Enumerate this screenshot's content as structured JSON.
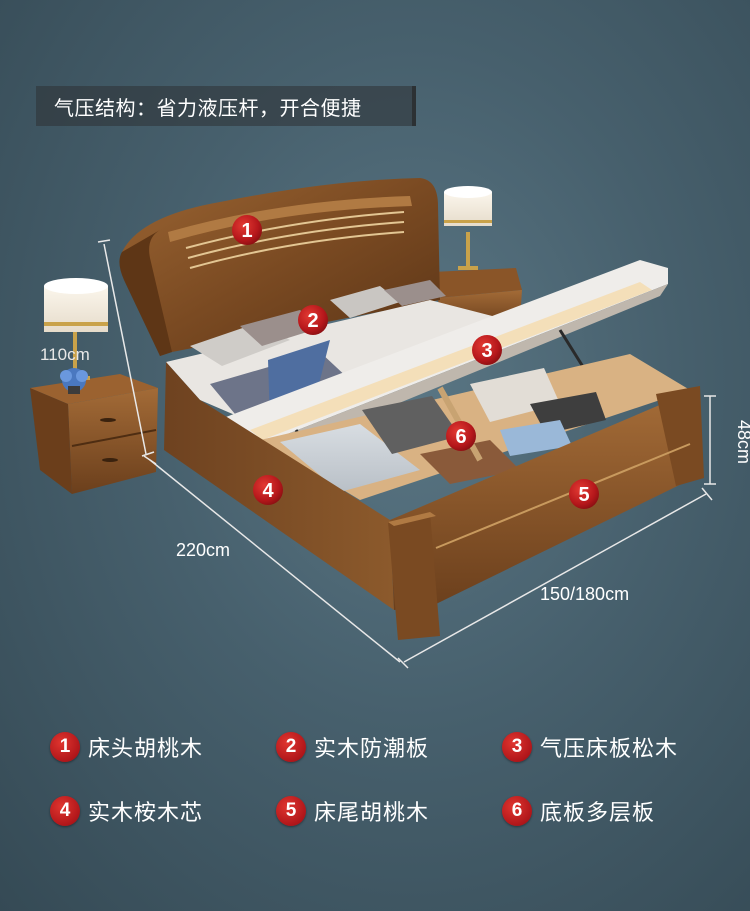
{
  "banner": {
    "text": "气压结构：省力液压杆，开合便捷"
  },
  "dimensions": {
    "nightstand_height": "110cm",
    "length": "220cm",
    "width": "150/180cm",
    "height": "48cm"
  },
  "markers": [
    "1",
    "2",
    "3",
    "4",
    "5",
    "6"
  ],
  "legend": [
    {
      "num": "1",
      "label": "床头胡桃木"
    },
    {
      "num": "2",
      "label": "实木防潮板"
    },
    {
      "num": "3",
      "label": "气压床板松木"
    },
    {
      "num": "4",
      "label": "实木桉木芯"
    },
    {
      "num": "5",
      "label": "床尾胡桃木"
    },
    {
      "num": "6",
      "label": "底板多层板"
    }
  ],
  "colors": {
    "background": "#47606d",
    "wood": "#7a4a24",
    "marker_red": "#c01d20"
  }
}
